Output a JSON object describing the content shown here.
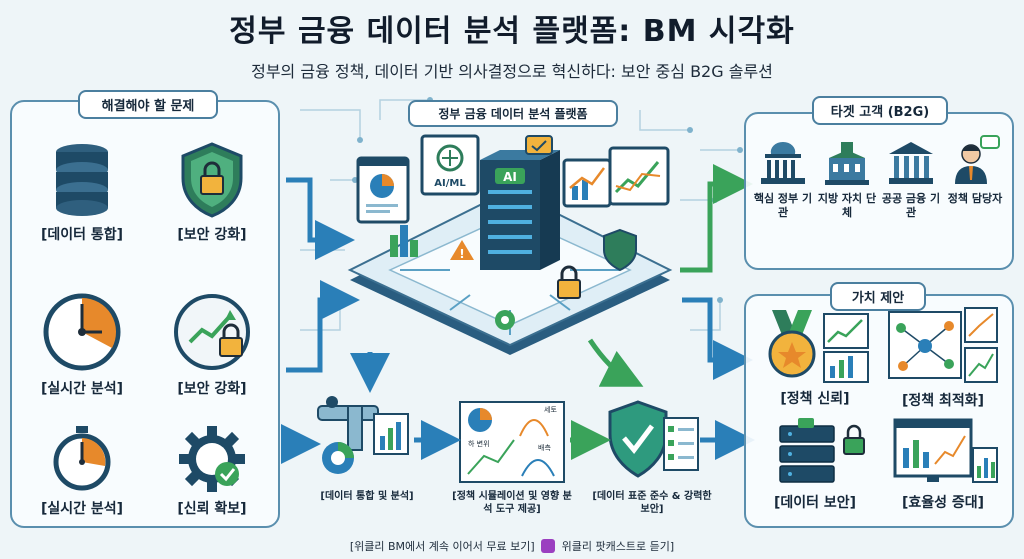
{
  "header": {
    "title": "정부 금융 데이터 분석 플랫폼: BM 시각화",
    "subtitle": "정부의 금융 정책, 데이터 기반 의사결정으로 혁신하다: 보안 중심 B2G 솔루션"
  },
  "problems": {
    "title": "해결해야 할 문제",
    "items": [
      {
        "label": "[데이터 통합]",
        "icon": "database-icon"
      },
      {
        "label": "[보안 강화]",
        "icon": "shield-lock-icon"
      },
      {
        "label": "[실시간 분석]",
        "icon": "gauge-icon"
      },
      {
        "label": "[보안 강화]",
        "icon": "chart-lock-icon"
      },
      {
        "label": "[실시간 분석]",
        "icon": "stopwatch-icon"
      },
      {
        "label": "[신뢰 확보]",
        "icon": "gear-check-icon"
      }
    ]
  },
  "platform": {
    "title": "정부 금융 데이터 분석 플랫폼",
    "ai_label": "AI",
    "aiml_label": "AI/ML"
  },
  "customers": {
    "title": "타겟 고객 (B2G)",
    "items": [
      {
        "label": "핵심 정부 기관",
        "icon": "capitol-icon"
      },
      {
        "label": "지방 자치 단체",
        "icon": "city-hall-icon"
      },
      {
        "label": "공공 금융 기관",
        "icon": "bank-icon"
      },
      {
        "label": "정책 담당자",
        "icon": "officer-icon"
      }
    ]
  },
  "value": {
    "title": "가치 제안",
    "items": [
      {
        "label": "[정책 신뢰]",
        "icon": "medal-icon"
      },
      {
        "label": "[정책 최적화]",
        "icon": "network-chart-icon"
      },
      {
        "label": "[데이터 보안]",
        "icon": "server-lock-icon"
      },
      {
        "label": "[효율성 증대]",
        "icon": "dashboard-icon"
      }
    ]
  },
  "process": {
    "steps": [
      {
        "label": "[데이터 통합 및 분석]"
      },
      {
        "label": "[정책 시뮬레이션 및 영향 분석 도구 제공]"
      },
      {
        "label": "[데이터 표준 준수 & 강력한 보안]"
      }
    ],
    "mini_labels": {
      "a": "세토",
      "b": "배측",
      "c": "하 변위"
    }
  },
  "footer": {
    "left": "[위클리 BM에서 계속 이어서 무료 보기]",
    "right": "위클리 팟캐스트로 듣기]"
  },
  "colors": {
    "navy": "#1e4a66",
    "teal": "#2e9a7e",
    "green": "#3aa35a",
    "blue": "#2a7fb8",
    "orange": "#e7892b",
    "panel_border": "#5a8fae"
  }
}
